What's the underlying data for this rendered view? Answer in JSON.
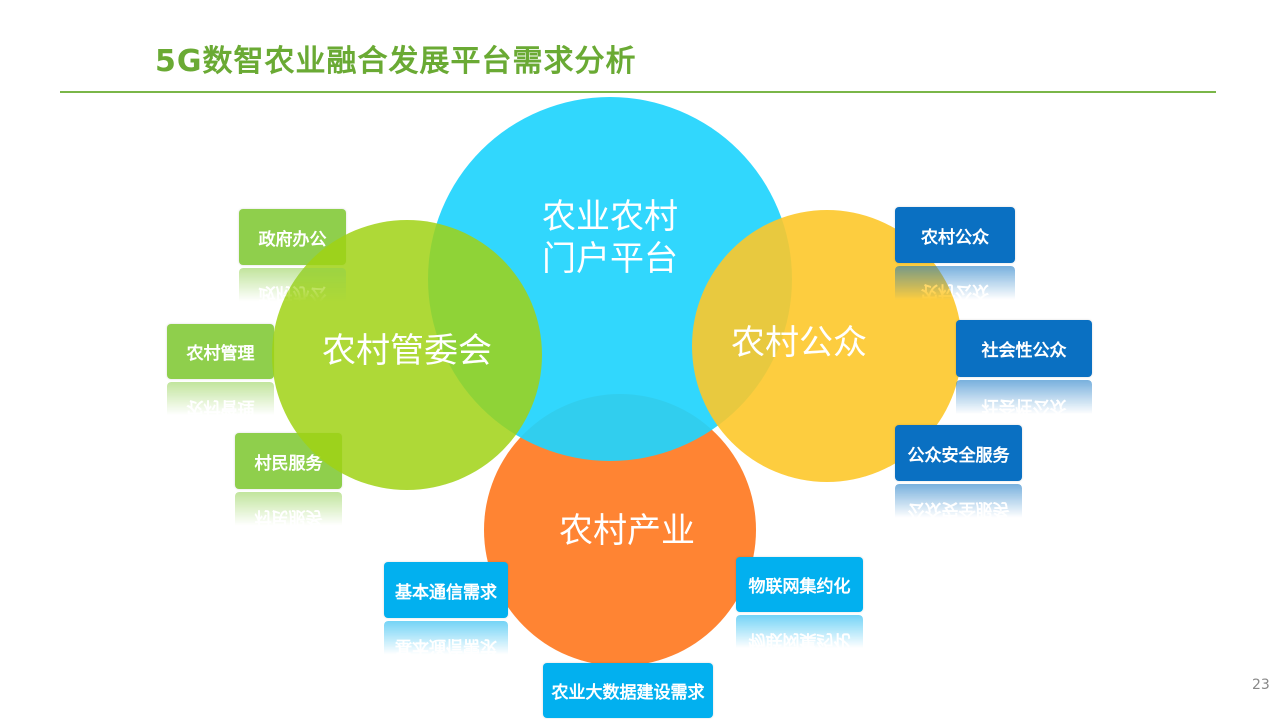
{
  "title": "5G数智农业融合发展平台需求分析",
  "page_number": "23",
  "colors": {
    "green_circle": "#a6d22a",
    "blue_circle": "#21d4fd",
    "yellow_circle": "#fdc82a",
    "orange_circle": "#ff7f27",
    "green_box": "#8fcf4c",
    "dark_blue_box": "#0a70c2",
    "light_blue_box": "#02b0ef"
  },
  "circles": {
    "portal": "农业农村\n门户平台",
    "committee": "农村管委会",
    "public": "农村公众",
    "industry": "农村产业"
  },
  "committee_items": [
    "政府办公",
    "农村管理",
    "村民服务"
  ],
  "public_items": [
    "农村公众",
    "社会性公众",
    "公众安全服务"
  ],
  "industry_items": [
    "基本通信需求",
    "物联网集约化",
    "农业大数据建设需求"
  ]
}
